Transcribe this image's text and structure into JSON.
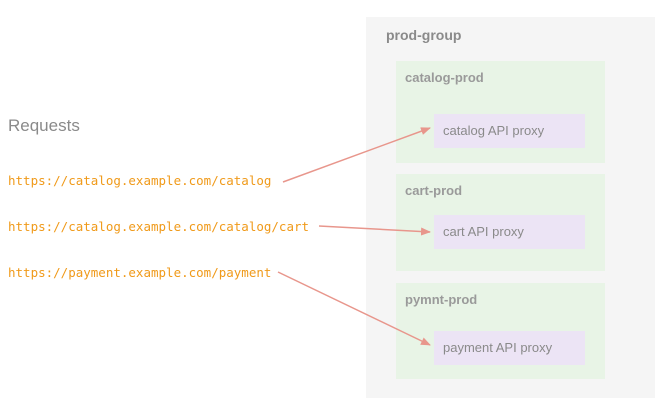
{
  "requests": {
    "heading": "Requests",
    "urls": [
      "https://catalog.example.com/catalog",
      "https://catalog.example.com/catalog/cart",
      "https://payment.example.com/payment"
    ]
  },
  "group": {
    "label": "prod-group",
    "environments": [
      {
        "label": "catalog-prod",
        "proxy": "catalog API proxy"
      },
      {
        "label": "cart-prod",
        "proxy": "cart API proxy"
      },
      {
        "label": "pymnt-prod",
        "proxy": "payment API proxy"
      }
    ]
  },
  "colors": {
    "url_text": "#f09a1a",
    "arrow": "#e8968c",
    "group_bg": "#f5f5f5",
    "env_bg": "#e8f4e6",
    "proxy_bg": "#ece4f5",
    "label_text": "#8a8a8a"
  }
}
